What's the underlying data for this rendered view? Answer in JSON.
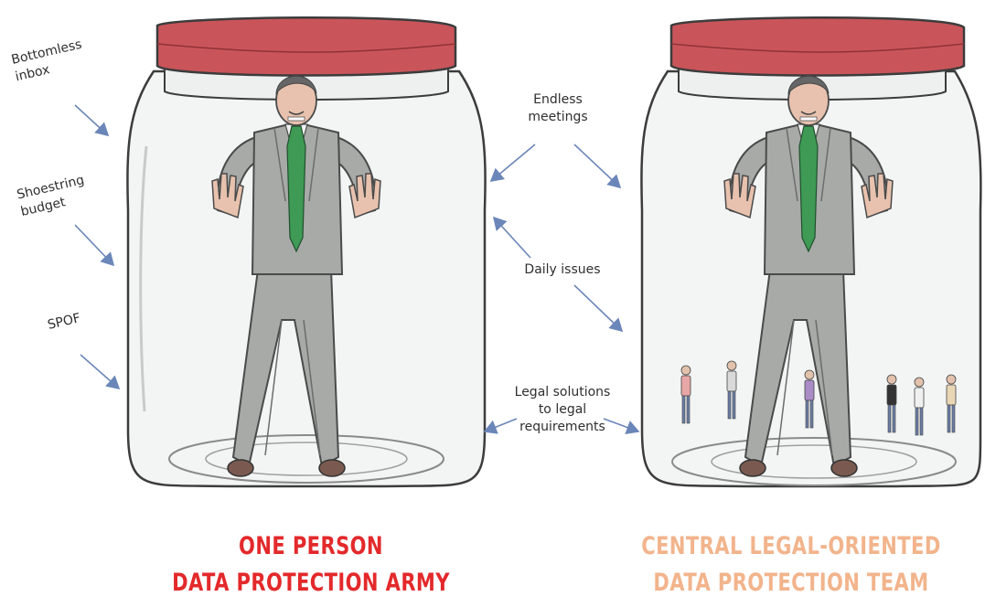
{
  "labels": {
    "bottomless_inbox": "Bottomless\ninbox",
    "shoestring_budget": "Shoestring\nbudget",
    "spof": "SPOF",
    "endless_meetings": "Endless\nmeetings",
    "daily_issues": "Daily issues",
    "legal_solutions": "Legal solutions\nto legal\nrequirements"
  },
  "captions": {
    "left_line1": "ONE PERSON",
    "left_line2": "DATA PROTECTION ARMY",
    "right_line1": "CENTRAL LEGAL-ORIENTED",
    "right_line2": "DATA PROTECTION TEAM"
  },
  "colors": {
    "lid": "#c9555a",
    "left_caption": "#e3292b",
    "right_caption": "#f2b48c",
    "tie": "#3e9a55",
    "suit": "#a7aaa7"
  }
}
